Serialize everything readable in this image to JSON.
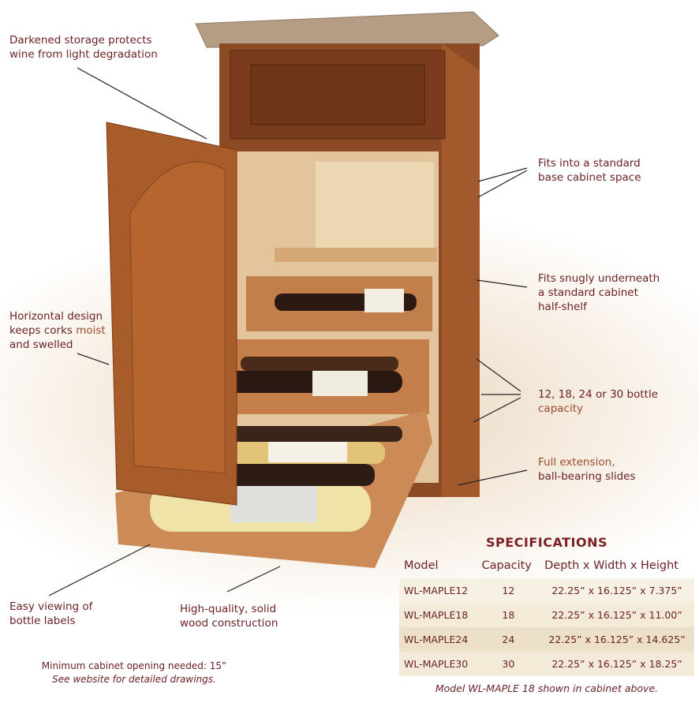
{
  "callouts": {
    "darkened": [
      "Darkened storage protects",
      "wine from light degradation"
    ],
    "fits_base": [
      "Fits into a standard",
      "base cabinet space"
    ],
    "fits_snug": [
      "Fits snugly underneath",
      "a standard cabinet",
      "half-shelf"
    ],
    "horizontal": [
      "Horizontal design",
      "keeps corks ",
      "moist",
      "and swelled"
    ],
    "capacity": [
      "12, 18, 24 or 30 bottle",
      "capacity"
    ],
    "extension": [
      "Full extension,",
      "ball-bearing slides"
    ],
    "easy": [
      "Easy viewing of",
      "bottle labels"
    ],
    "quality": [
      "High-quality, solid",
      "wood construction"
    ]
  },
  "notes": {
    "min_opening": "Minimum cabinet opening needed: 15”",
    "website": "See website for detailed drawings."
  },
  "specs": {
    "title": "SPECIFICATIONS",
    "headers": [
      "Model",
      "Capacity",
      "Depth x Width x Height"
    ],
    "rows": [
      [
        "WL-MAPLE12",
        "12",
        "22.25” x 16.125” x 7.375”"
      ],
      [
        "WL-MAPLE18",
        "18",
        "22.25” x 16.125” x 11.00”"
      ],
      [
        "WL-MAPLE24",
        "24",
        "22.25” x 16.125” x 14.625”"
      ],
      [
        "WL-MAPLE30",
        "30",
        "22.25” x 16.125” x 18.25”"
      ]
    ],
    "caption": "Model WL-MAPLE 18 shown in cabinet above."
  },
  "colors": {
    "text": "#6b2226",
    "wood": "#8a4a25",
    "accent": "#9b4a2c"
  }
}
